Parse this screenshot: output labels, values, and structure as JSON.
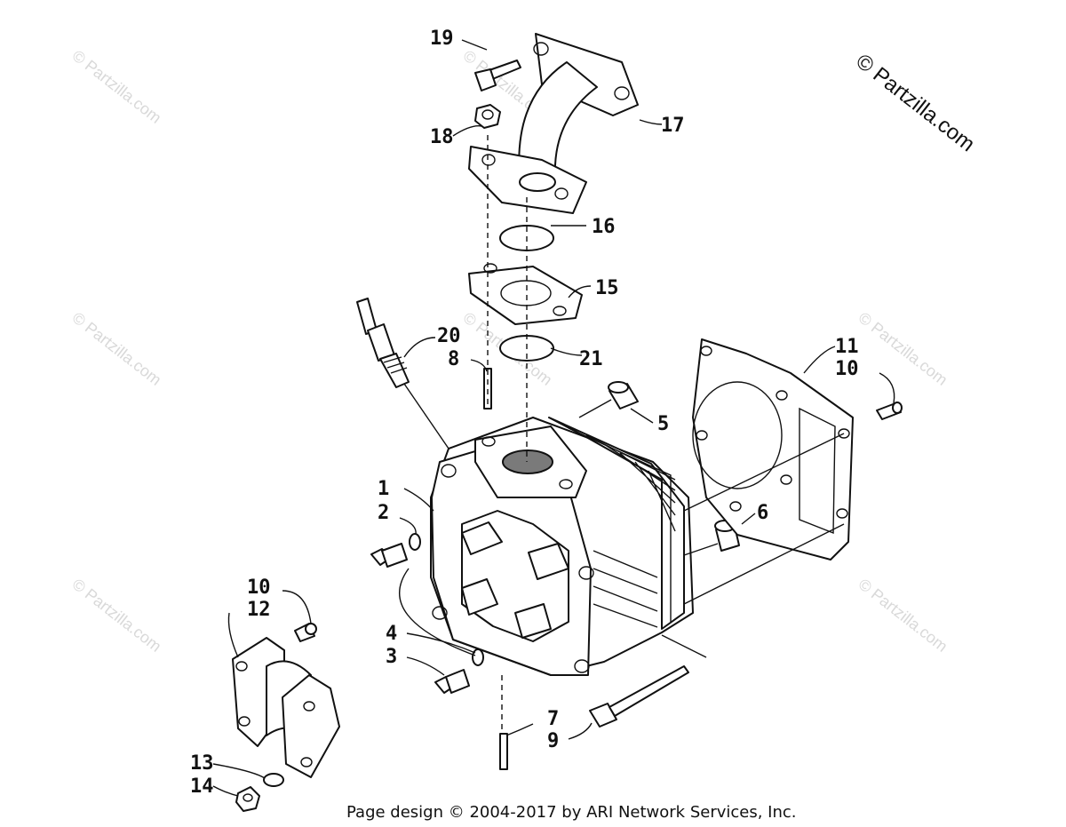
{
  "watermark": {
    "text": "© Partzilla.com"
  },
  "corner_mark": {
    "text": "© Partzilla.com"
  },
  "footer": {
    "text": "Page design © 2004-2017 by ARI Network Services, Inc."
  },
  "callouts": {
    "c1": "1",
    "c2": "2",
    "c3": "3",
    "c4": "4",
    "c5": "5",
    "c6": "6",
    "c7": "7",
    "c8": "8",
    "c9": "9",
    "c10a": "10",
    "c10b": "10",
    "c11": "11",
    "c12": "12",
    "c13": "13",
    "c14": "14",
    "c15": "15",
    "c16": "16",
    "c17": "17",
    "c18": "18",
    "c19": "19",
    "c20": "20",
    "c21": "21"
  }
}
